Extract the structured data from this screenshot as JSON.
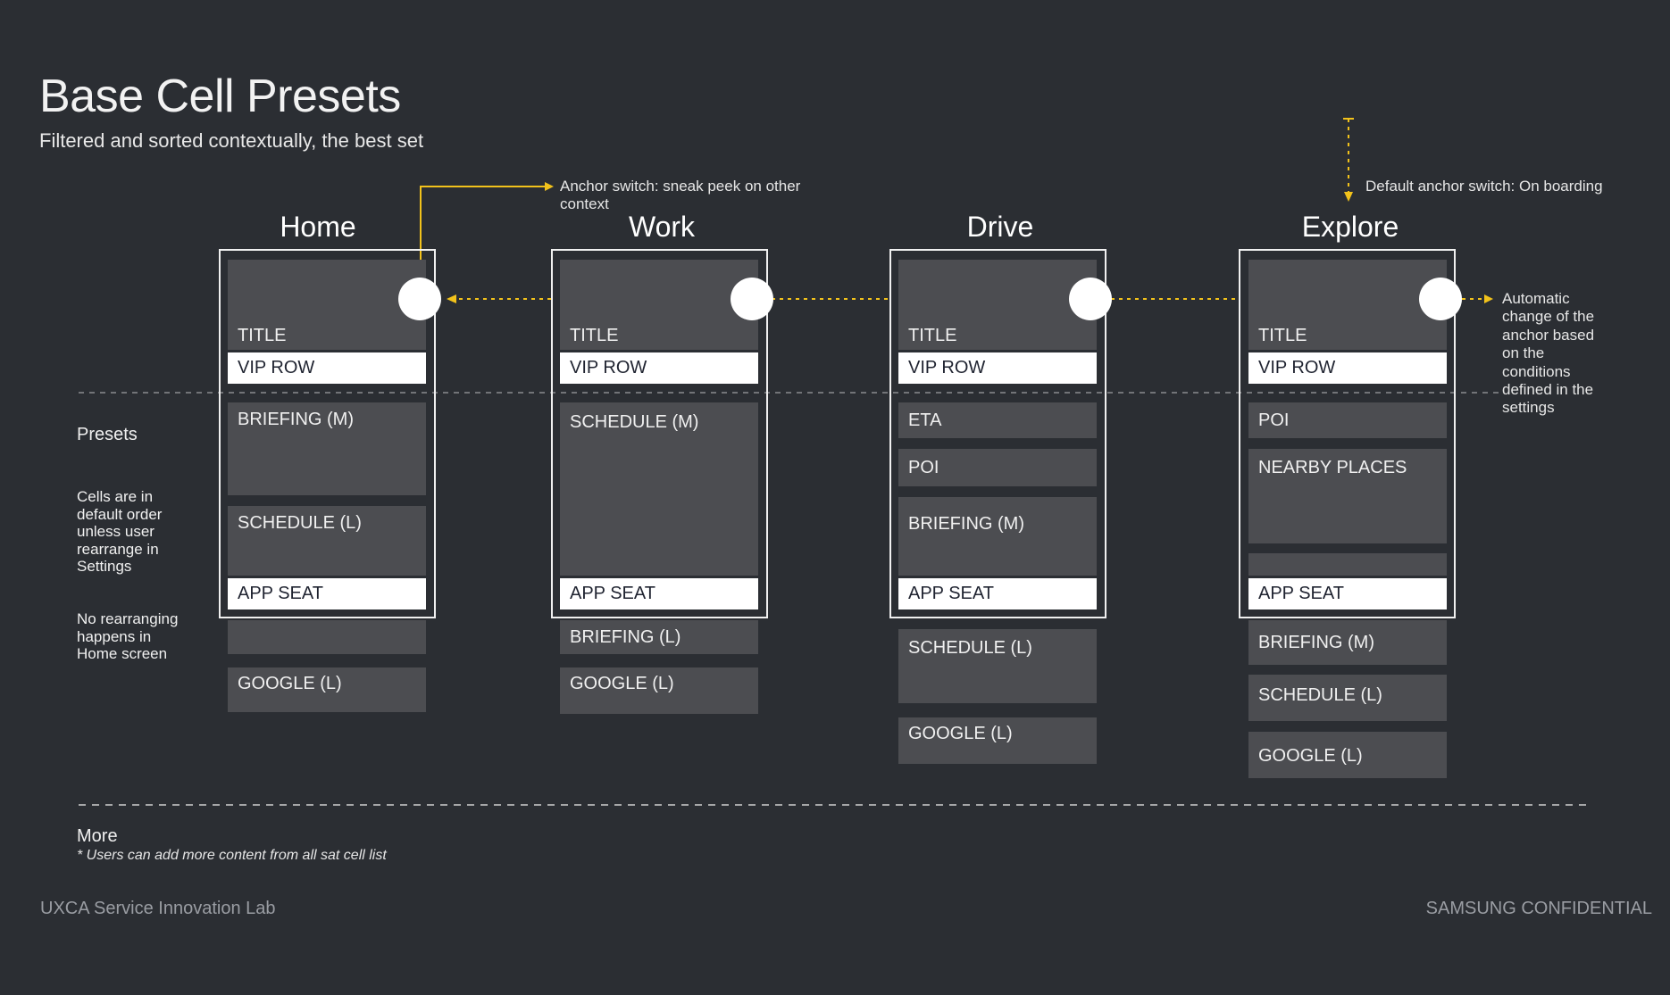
{
  "header": {
    "title": "Base Cell Presets",
    "subtitle": "Filtered and sorted contextually, the best set"
  },
  "annotations": {
    "anchor_switch": "Anchor switch: sneak peek on other context",
    "default_anchor": "Default anchor switch: On boarding",
    "automatic_change": "Automatic change of the anchor based on the conditions defined in the settings"
  },
  "sidebar": {
    "presets": "Presets",
    "default_order": "Cells are in default order unless user rearrange in Settings",
    "no_rearranging": "No rearranging happens in Home screen"
  },
  "columns": [
    {
      "name": "Home",
      "title_cell": "TITLE",
      "vip_row": "VIP ROW",
      "app_seat": "APP SEAT",
      "cells_in": [
        "BRIEFING (M)",
        "SCHEDULE (L)"
      ],
      "cells_out": [
        "",
        "GOOGLE  (L)"
      ]
    },
    {
      "name": "Work",
      "title_cell": "TITLE",
      "vip_row": "VIP ROW",
      "app_seat": "APP SEAT",
      "cells_in": [
        "SCHEDULE (M)"
      ],
      "cells_out": [
        "BRIEFING (L)",
        "GOOGLE (L)"
      ]
    },
    {
      "name": "Drive",
      "title_cell": "TITLE",
      "vip_row": "VIP ROW",
      "app_seat": "APP SEAT",
      "cells_in": [
        "ETA",
        "POI",
        "BRIEFING (M)"
      ],
      "cells_out": [
        "SCHEDULE (L)",
        "GOOGLE (L)"
      ]
    },
    {
      "name": "Explore",
      "title_cell": "TITLE",
      "vip_row": "VIP ROW",
      "app_seat": "APP SEAT",
      "cells_in": [
        "POI",
        "NEARBY PLACES",
        ""
      ],
      "cells_out": [
        "BRIEFING (M)",
        "SCHEDULE (L)",
        "GOOGLE (L)"
      ]
    }
  ],
  "more": {
    "label": "More",
    "note": "* Users can add more content from all sat cell list"
  },
  "footer": {
    "left": "UXCA Service Innovation Lab",
    "right": "SAMSUNG CONFIDENTIAL"
  },
  "colors": {
    "background": "#2b2e33",
    "cell": "#4c4d51",
    "accent_arrow": "#f2c21b",
    "frame": "#f0f0f0"
  }
}
